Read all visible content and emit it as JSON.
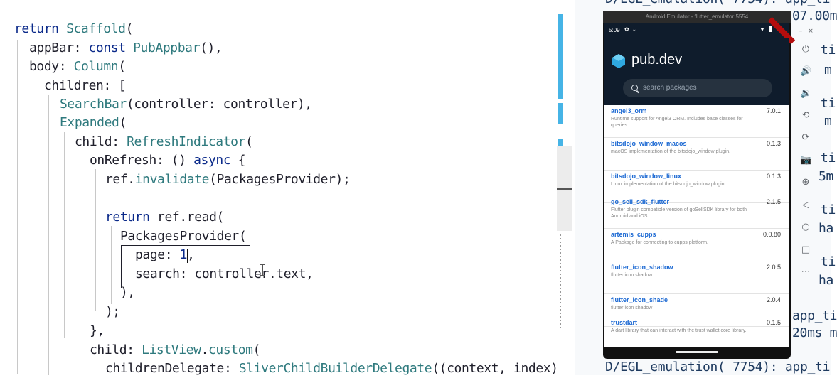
{
  "editor": {
    "lines": [
      [
        "return",
        " ",
        "Scaffold",
        "("
      ],
      [
        "appBar",
        ": ",
        "const",
        " ",
        "PubAppbar",
        "(),"
      ],
      [
        "body",
        ": ",
        "Column",
        "("
      ],
      [
        "children",
        ": ["
      ],
      [
        "SearchBar",
        "(controller: controller),"
      ],
      [
        "Expanded",
        "("
      ],
      [
        "child",
        ": ",
        "RefreshIndicator",
        "("
      ],
      [
        "onRefresh",
        ": () ",
        "async",
        " {"
      ],
      [
        "ref.",
        "invalidate",
        "(PackagesProvider);"
      ],
      [
        ""
      ],
      [
        "return",
        " ref.read("
      ],
      [
        "PackagesProvider("
      ],
      [
        "page: ",
        "1",
        ","
      ],
      [
        "search: controller.text,"
      ],
      [
        "),"
      ],
      [
        ");"
      ],
      [
        "},"
      ],
      [
        "child",
        ": ",
        "ListView",
        ".",
        "custom",
        "("
      ],
      [
        "childrenDelegate",
        ": ",
        "SliverChildBuilderDelegate",
        "((context, index)"
      ]
    ]
  },
  "console": {
    "top_line": "D/EGL_emulation( 7754): app_ti",
    "second_line": "07.00m",
    "frag_ti": "ti",
    "frag_m": "m",
    "frag_5m": "5m",
    "frag_ha": "ha",
    "frag_app_ti": "app_ti",
    "frag_20ms": "20ms m",
    "bottom_line": "D/EGL_emulation( 7754): app_ti"
  },
  "emulator": {
    "title": "Android Emulator - flutter_emulator:5554",
    "status_time": "5:09",
    "app_name": "pub.dev",
    "search_placeholder": "search packages",
    "packages": [
      {
        "name": "angel3_orm",
        "version": "7.0.1",
        "desc": "Runtime support for Angel3 ORM. Includes base classes for queries."
      },
      {
        "name": "bitsdojo_window_macos",
        "version": "0.1.3",
        "desc": "macOS implementation of the bitsdojo_window plugin."
      },
      {
        "name": "bitsdojo_window_linux",
        "version": "0.1.3",
        "desc": "Linux implementation of the bitsdojo_window plugin."
      },
      {
        "name": "go_sell_sdk_flutter",
        "version": "2.1.5",
        "desc": "Flutter plugin compatible version of goSellSDK library for both Android and iOS."
      },
      {
        "name": "artemis_cupps",
        "version": "0.0.80",
        "desc": "A Package for connecting to cupps platform."
      },
      {
        "name": "flutter_icon_shadow",
        "version": "2.0.5",
        "desc": "flutter icon shadow"
      },
      {
        "name": "flutter_icon_shade",
        "version": "2.0.4",
        "desc": "flutter icon shadow"
      },
      {
        "name": "trustdart",
        "version": "0.1.5",
        "desc": "A dart library that can interact with the trust wallet core library."
      }
    ],
    "side_icons": [
      "power-icon",
      "volume-up-icon",
      "volume-down-icon",
      "rotate-left-icon",
      "rotate-right-icon",
      "camera-icon",
      "zoom-icon",
      "back-icon",
      "home-icon",
      "overview-icon",
      "more-icon"
    ],
    "side_glyphs": [
      "⏻",
      "🔊",
      "🔉",
      "⟲",
      "⟳",
      "📷",
      "⊕",
      "◁",
      "○",
      "□",
      "⋯"
    ]
  },
  "colors": {
    "keyword": "#0b2a8a",
    "type": "#2f7a7e",
    "text": "#1f1f2b",
    "app_bar": "#0f1c2c",
    "link": "#1967d2",
    "scroll_marker": "#46b4e6"
  }
}
